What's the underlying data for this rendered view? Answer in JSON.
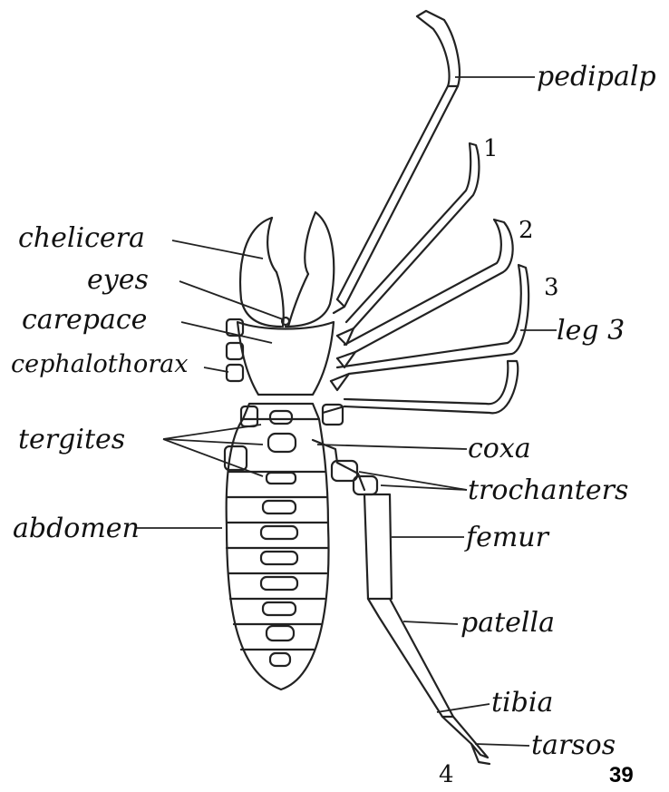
{
  "labels": {
    "pedipalp": "pedipalp",
    "chelicera": "chelicera",
    "eyes": "eyes",
    "carapace": "carepace",
    "cephalothorax": "cephalothorax",
    "leg3": "leg 3",
    "tergites": "tergites",
    "coxa": "coxa",
    "trochanters": "trochanters",
    "abdomen": "abdomen",
    "femur": "femur",
    "patella": "patella",
    "tibia": "tibia",
    "tarsos": "tarsos"
  },
  "leg_numbers": [
    "1",
    "2",
    "3",
    "4"
  ],
  "page_number": "39"
}
